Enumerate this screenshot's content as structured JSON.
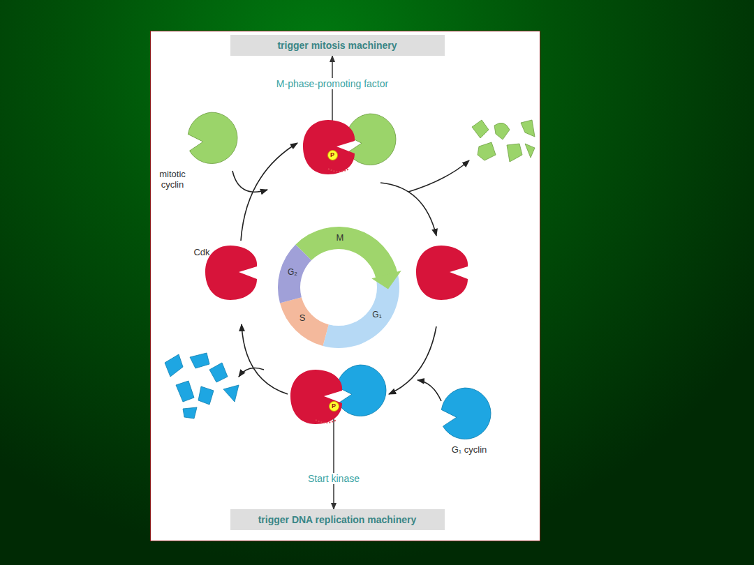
{
  "diagram": {
    "nodes": [
      {
        "text": [
          "trigger mitosis machinery"
        ]
      },
      {
        "text": [
          "P"
        ]
      },
      {
        "text": [
          "P"
        ]
      },
      {
        "text": [
          "trigger DNA replication machinery"
        ]
      }
    ],
    "edges": [
      {
        "from": 1,
        "to": 0,
        "label": "M-phase-promoting factor",
        "arrow": "to"
      },
      {
        "from": 2,
        "to": 3,
        "label": "Start kinase",
        "arrow": "to"
      }
    ],
    "labels": [
      "mitotic cyclin",
      "Cdk",
      "M",
      "G₂",
      "S",
      "G₁",
      "G₁ cyclin"
    ]
  }
}
